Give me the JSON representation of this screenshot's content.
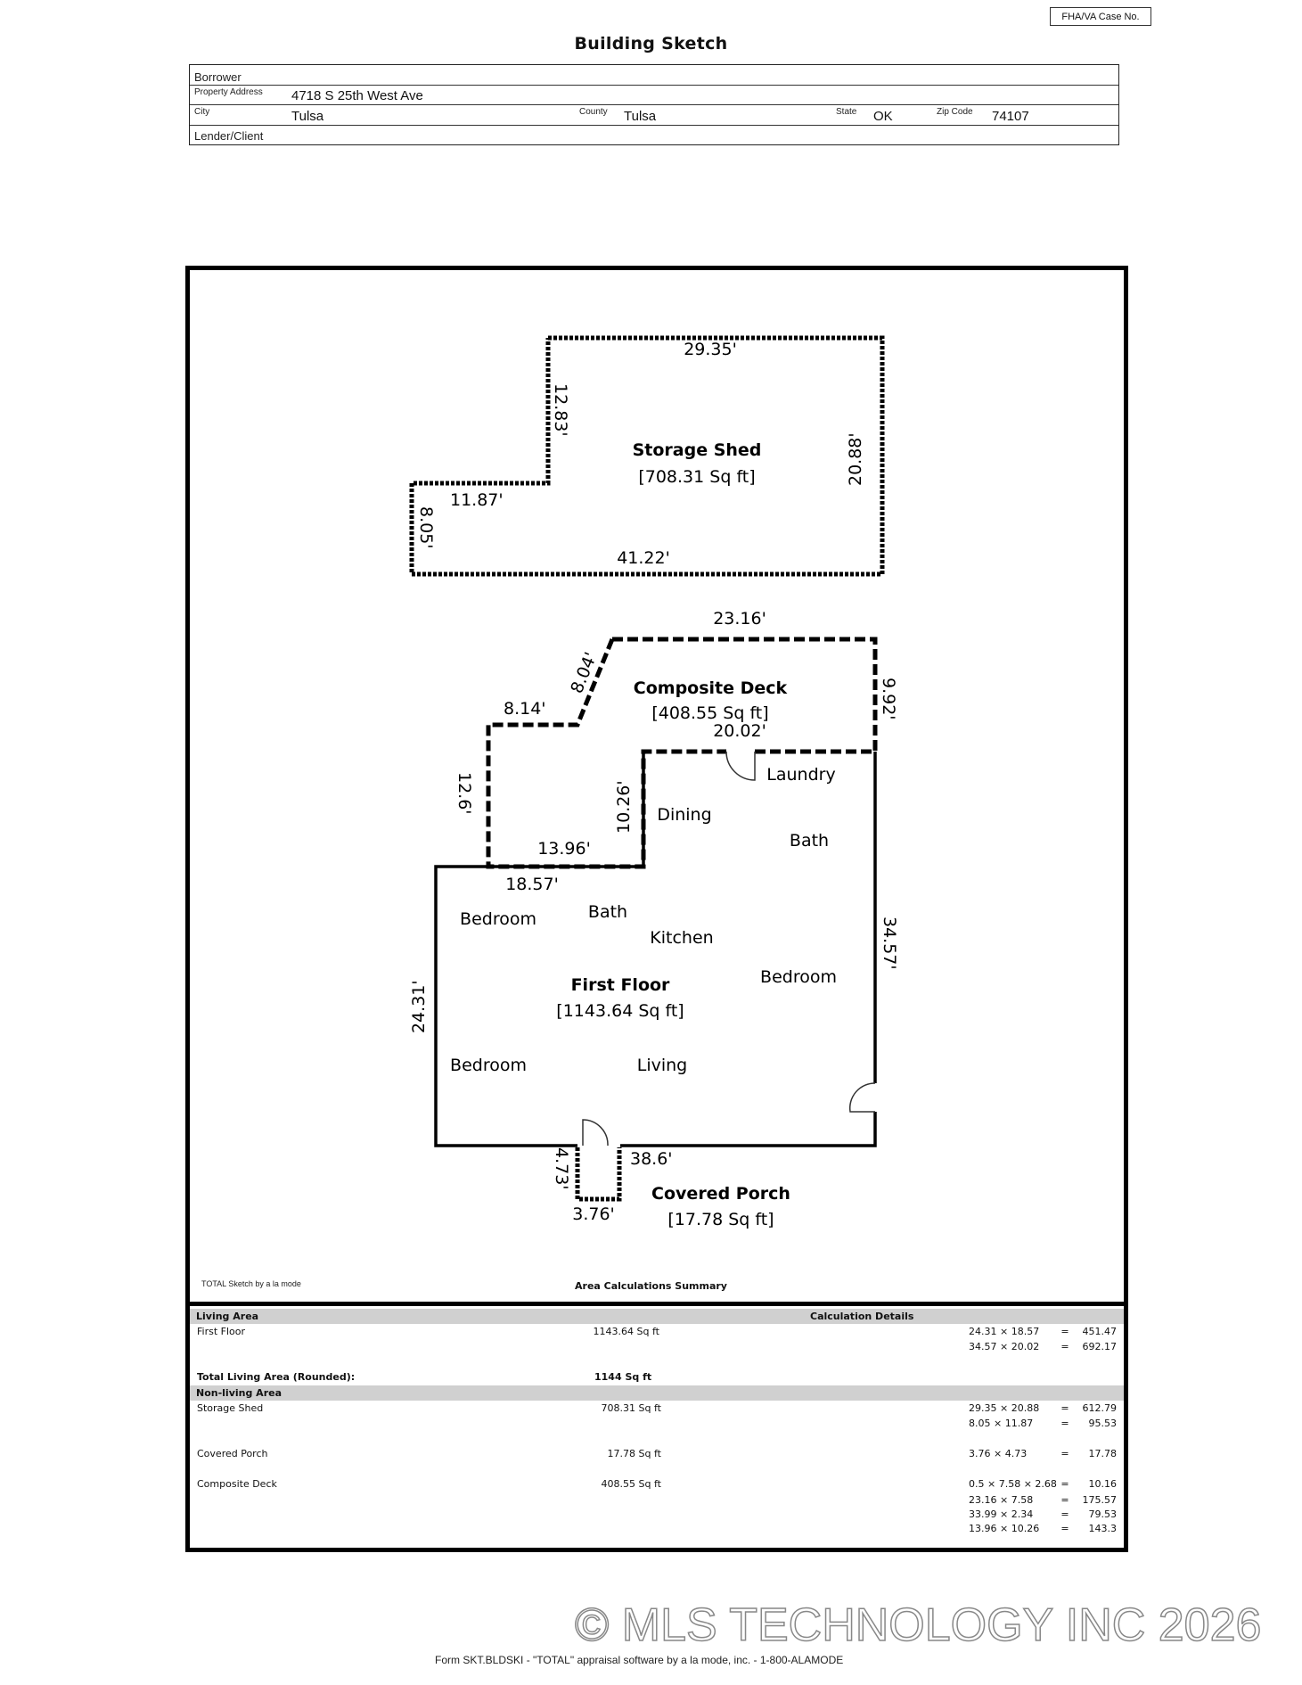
{
  "header": {
    "case_box_label": "FHA/VA Case No.",
    "title": "Building Sketch",
    "borrower_label": "Borrower",
    "borrower_value": "",
    "property_address_label": "Property Address",
    "property_address_value": "4718 S 25th West Ave",
    "city_label": "City",
    "city_value": "Tulsa",
    "county_label": "County",
    "county_value": "Tulsa",
    "state_label": "State",
    "state_value": "OK",
    "zip_label": "Zip Code",
    "zip_value": "74107",
    "lender_label": "Lender/Client",
    "lender_value": ""
  },
  "sketch": {
    "storage_shed": {
      "name": "Storage Shed",
      "area": "[708.31 Sq ft]",
      "dims": {
        "top": "29.35'",
        "left_upper": "12.83'",
        "right": "20.88'",
        "step": "11.87'",
        "left_lower": "8.05'",
        "bottom": "41.22'"
      }
    },
    "composite_deck": {
      "name": "Composite Deck",
      "area": "[408.55 Sq ft]",
      "dims": {
        "top": "23.16'",
        "slant": "8.04'",
        "step": "8.14'",
        "right": "9.92'",
        "inner_top": "20.02'",
        "left": "12.6'",
        "inner_wall": "10.26'",
        "bottom": "13.96'"
      }
    },
    "first_floor": {
      "name": "First Floor",
      "area": "[1143.64 Sq ft]",
      "dims": {
        "top": "18.57'",
        "left": "24.31'",
        "right": "34.57'",
        "bottom": "38.6'"
      },
      "rooms": [
        "Laundry",
        "Dining",
        "Bath",
        "Bedroom",
        "Bath",
        "Kitchen",
        "Bedroom",
        "Bedroom",
        "Living"
      ]
    },
    "covered_porch": {
      "name": "Covered Porch",
      "area": "[17.78 Sq ft]",
      "dims": {
        "side": "4.73'",
        "bottom": "3.76'"
      }
    }
  },
  "summary": {
    "software_note": "TOTAL Sketch by a la mode",
    "title": "Area Calculations Summary",
    "living_area_header": "Living Area",
    "calc_details_header": "Calculation Details",
    "living_rows": [
      {
        "name": "First Floor",
        "area": "1143.64 Sq ft",
        "calcs": [
          {
            "expr": "24.31 × 18.57",
            "eq": "=",
            "result": "451.47"
          },
          {
            "expr": "34.57 × 20.02",
            "eq": "=",
            "result": "692.17"
          }
        ]
      }
    ],
    "total_living_label": "Total Living Area (Rounded):",
    "total_living_value": "1144 Sq ft",
    "non_living_header": "Non-living Area",
    "non_living_rows": [
      {
        "name": "Storage Shed",
        "area": "708.31 Sq ft",
        "calcs": [
          {
            "expr": "29.35 × 20.88",
            "eq": "=",
            "result": "612.79"
          },
          {
            "expr": "8.05 × 11.87",
            "eq": "=",
            "result": "95.53"
          }
        ]
      },
      {
        "name": "Covered Porch",
        "area": "17.78 Sq ft",
        "calcs": [
          {
            "expr": "3.76 × 4.73",
            "eq": "=",
            "result": "17.78"
          }
        ]
      },
      {
        "name": "Composite Deck",
        "area": "408.55 Sq ft",
        "calcs": [
          {
            "expr": "0.5 × 7.58 × 2.68",
            "eq": "=",
            "result": "10.16"
          },
          {
            "expr": "23.16 × 7.58",
            "eq": "=",
            "result": "175.57"
          },
          {
            "expr": "33.99 × 2.34",
            "eq": "=",
            "result": "79.53"
          },
          {
            "expr": "13.96 × 10.26",
            "eq": "=",
            "result": "143.3"
          }
        ]
      }
    ]
  },
  "watermark": "© MLS TECHNOLOGY INC 2026",
  "footer": "Form SKT.BLDSKI - \"TOTAL\" appraisal software by a la mode, inc. - 1-800-ALAMODE"
}
